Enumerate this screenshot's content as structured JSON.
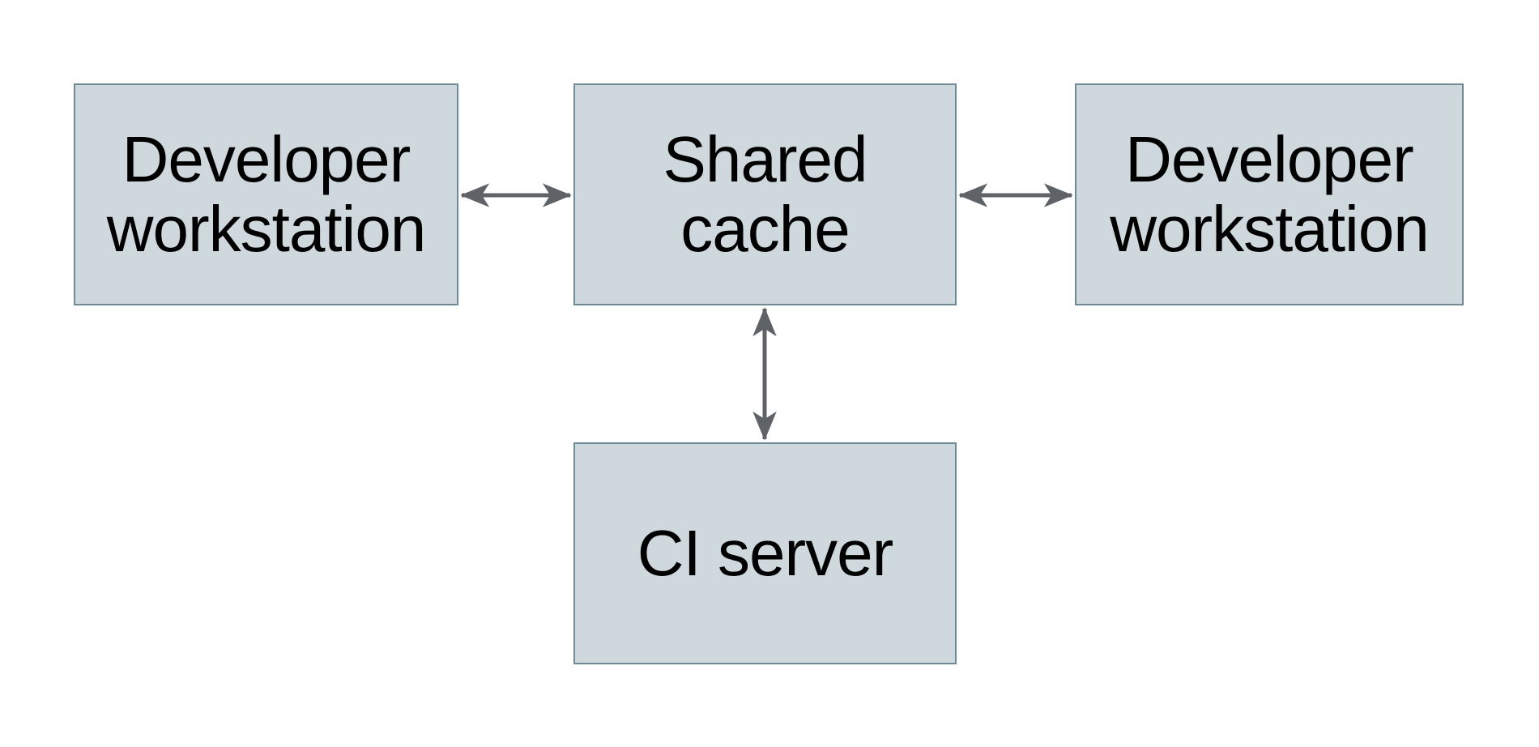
{
  "diagram": {
    "type": "architecture-diagram",
    "colors": {
      "background": "#ffffff",
      "box_fill": "#cfd8dc",
      "box_border": "#6f8a97",
      "arrow": "#5f6368",
      "text": "#000000"
    },
    "nodes": [
      {
        "id": "developer-workstation-left",
        "label": "Developer\nworkstation"
      },
      {
        "id": "shared-cache",
        "label": "Shared\ncache"
      },
      {
        "id": "developer-workstation-right",
        "label": "Developer\nworkstation"
      },
      {
        "id": "ci-server",
        "label": "CI server"
      }
    ],
    "edges": [
      {
        "from": "developer-workstation-left",
        "to": "shared-cache",
        "direction": "bidirectional"
      },
      {
        "from": "shared-cache",
        "to": "developer-workstation-right",
        "direction": "bidirectional"
      },
      {
        "from": "shared-cache",
        "to": "ci-server",
        "direction": "bidirectional"
      }
    ]
  }
}
